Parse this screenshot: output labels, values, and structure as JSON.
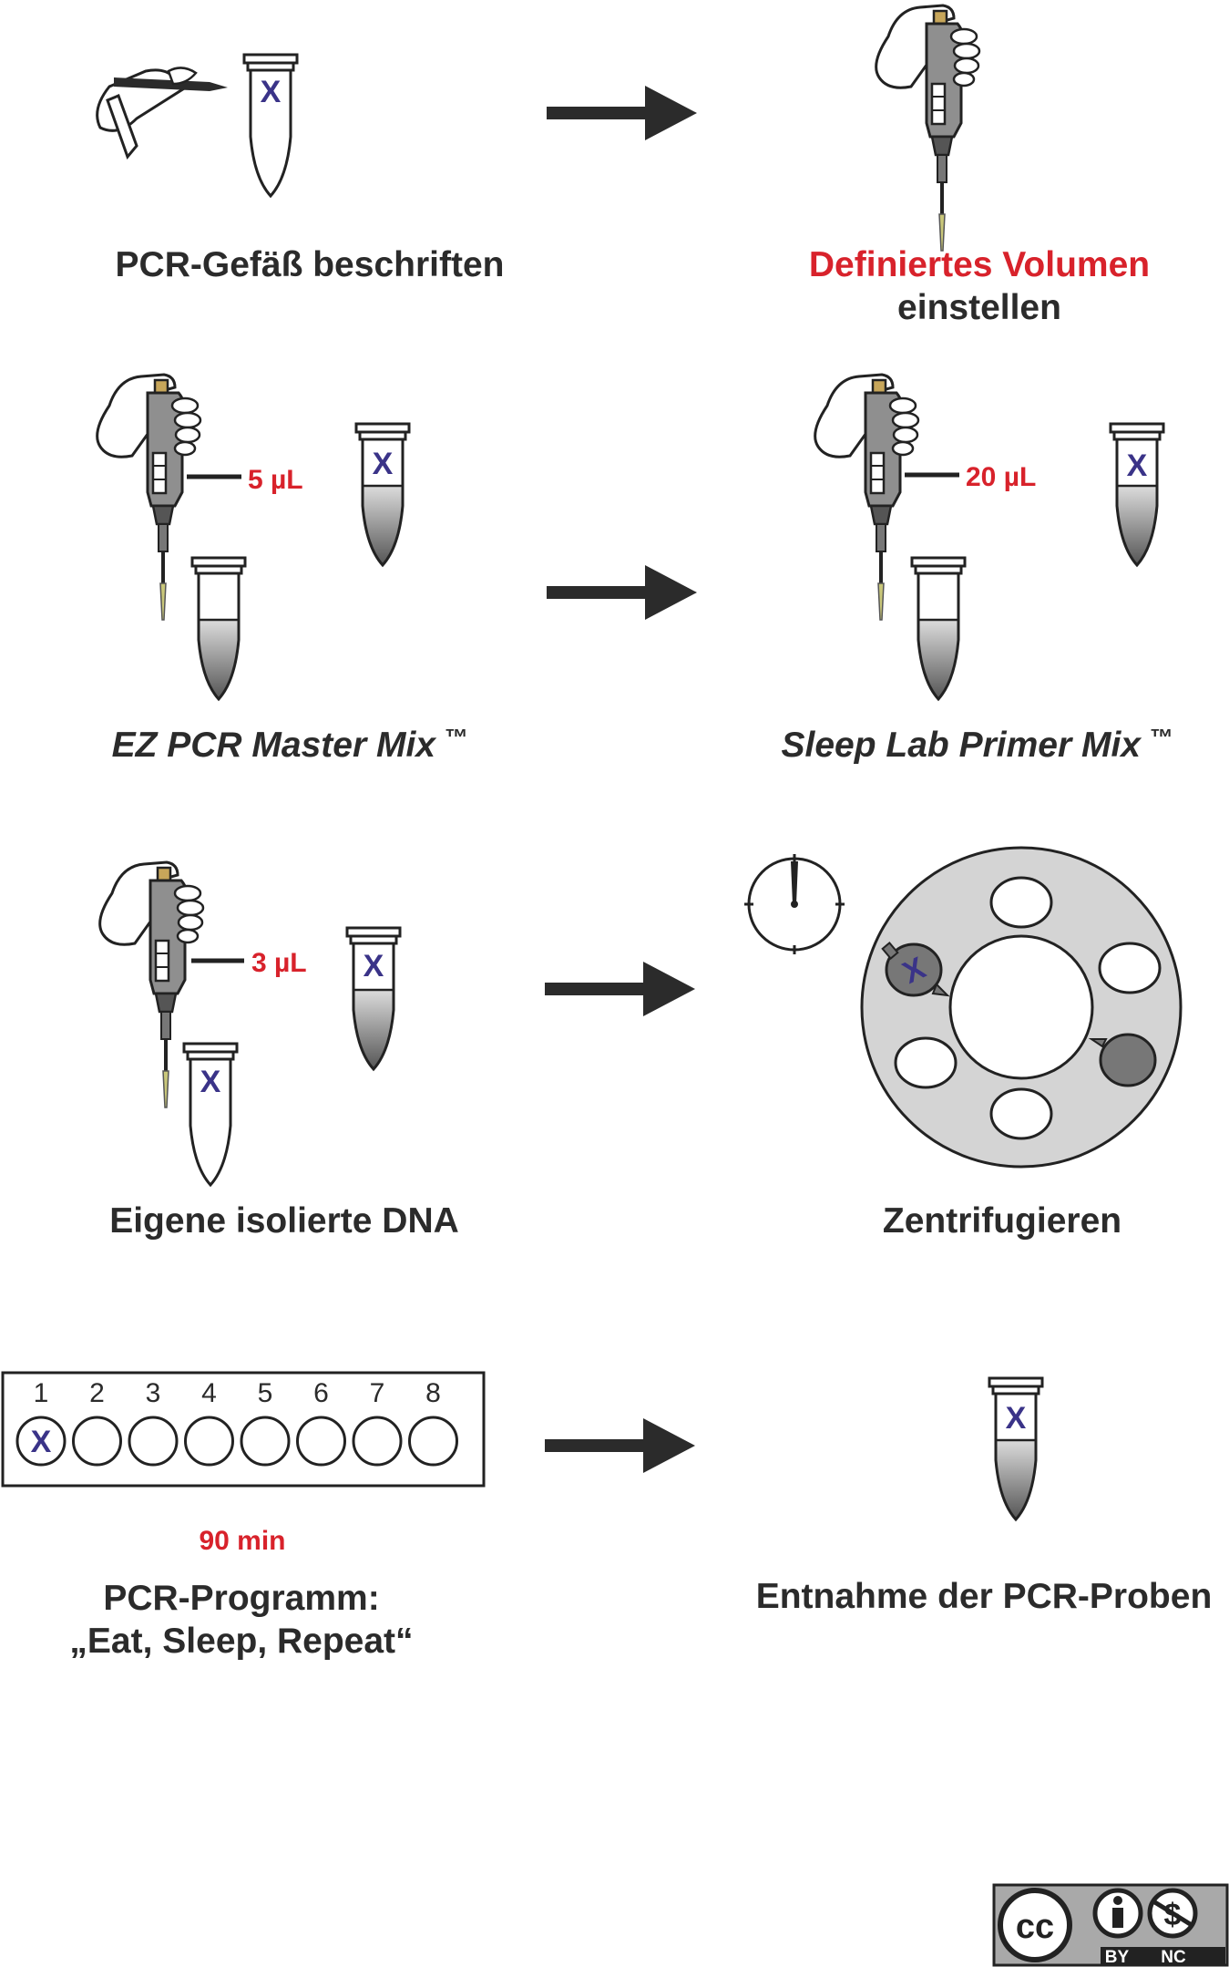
{
  "steps": {
    "label_tube": {
      "caption": "PCR-Gefäß beschriften",
      "tube_mark": "X"
    },
    "set_volume": {
      "caption_highlight": "Definiertes Volumen",
      "caption_rest": "einstellen"
    },
    "master_mix": {
      "volume": "5 µL",
      "caption": "EZ PCR Master Mix",
      "trademark": "™",
      "tube_mark": "X"
    },
    "primer_mix": {
      "volume": "20 µL",
      "caption": "Sleep Lab Primer Mix",
      "trademark": "™",
      "tube_mark": "X"
    },
    "dna": {
      "volume": "3 µL",
      "caption": "Eigene isolierte DNA",
      "tube_mark_a": "X",
      "tube_mark_b": "X"
    },
    "centrifuge": {
      "caption": "Zentrifugieren",
      "tube_mark": "X"
    },
    "pcr_program": {
      "wells": [
        "1",
        "2",
        "3",
        "4",
        "5",
        "6",
        "7",
        "8"
      ],
      "well_mark": "X",
      "duration": "90 min",
      "caption_line1": "PCR-Programm:",
      "caption_line2": "„Eat, Sleep, Repeat“"
    },
    "remove_samples": {
      "caption": "Entnahme der PCR-Proben",
      "tube_mark": "X"
    }
  },
  "license": {
    "cc": "cc",
    "by": "BY",
    "nc": "NC"
  },
  "colors": {
    "accent_red": "#d8222b",
    "mark_blue": "#3a3388",
    "arrow": "#2b2b2b",
    "rotor_gray": "#d4d4d4"
  }
}
